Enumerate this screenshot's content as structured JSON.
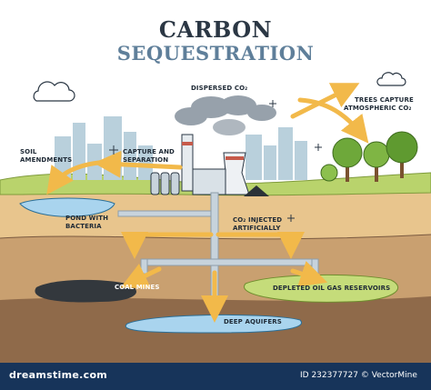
{
  "title": {
    "line1": "CARBON",
    "line2": "SEQUESTRATION"
  },
  "labels": {
    "dispersed_co2": "DISPERSED CO₂",
    "trees_capture_line1": "TREES CAPTURE",
    "trees_capture_line2": "ATMOSPHERIC CO₂",
    "soil_amendments_line1": "SOIL",
    "soil_amendments_line2": "AMENDMENTS",
    "capture_separation_line1": "CAPTURE AND",
    "capture_separation_line2": "SEPARATION",
    "pond_line1": "POND WITH",
    "pond_line2": "BACTERIA",
    "co2_injected_line1": "CO₂ INJECTED",
    "co2_injected_line2": "ARTIFICIALLY",
    "coal_mines": "COAL MINES",
    "depleted_reservoirs": "DEPLETED OIL GAS RESERVOIRS",
    "deep_aquifers": "DEEP AQUIFERS"
  },
  "footer": {
    "brand": "dreamstime.com",
    "id_text": "ID 232377727 © VectorMine"
  },
  "colors": {
    "sky": "#ffffff",
    "grass": "#b9d36c",
    "soil_top": "#e8c58d",
    "soil_mid": "#c9a070",
    "soil_deep": "#8f6a4a",
    "water": "#a9d4ee",
    "oil_reservoir": "#c5dc7a",
    "arrow": "#f2b94a",
    "pipe": "#a7b7c3",
    "city": "#b9d0dc",
    "smoke": "#8c97a2",
    "footer": "#17345a"
  }
}
